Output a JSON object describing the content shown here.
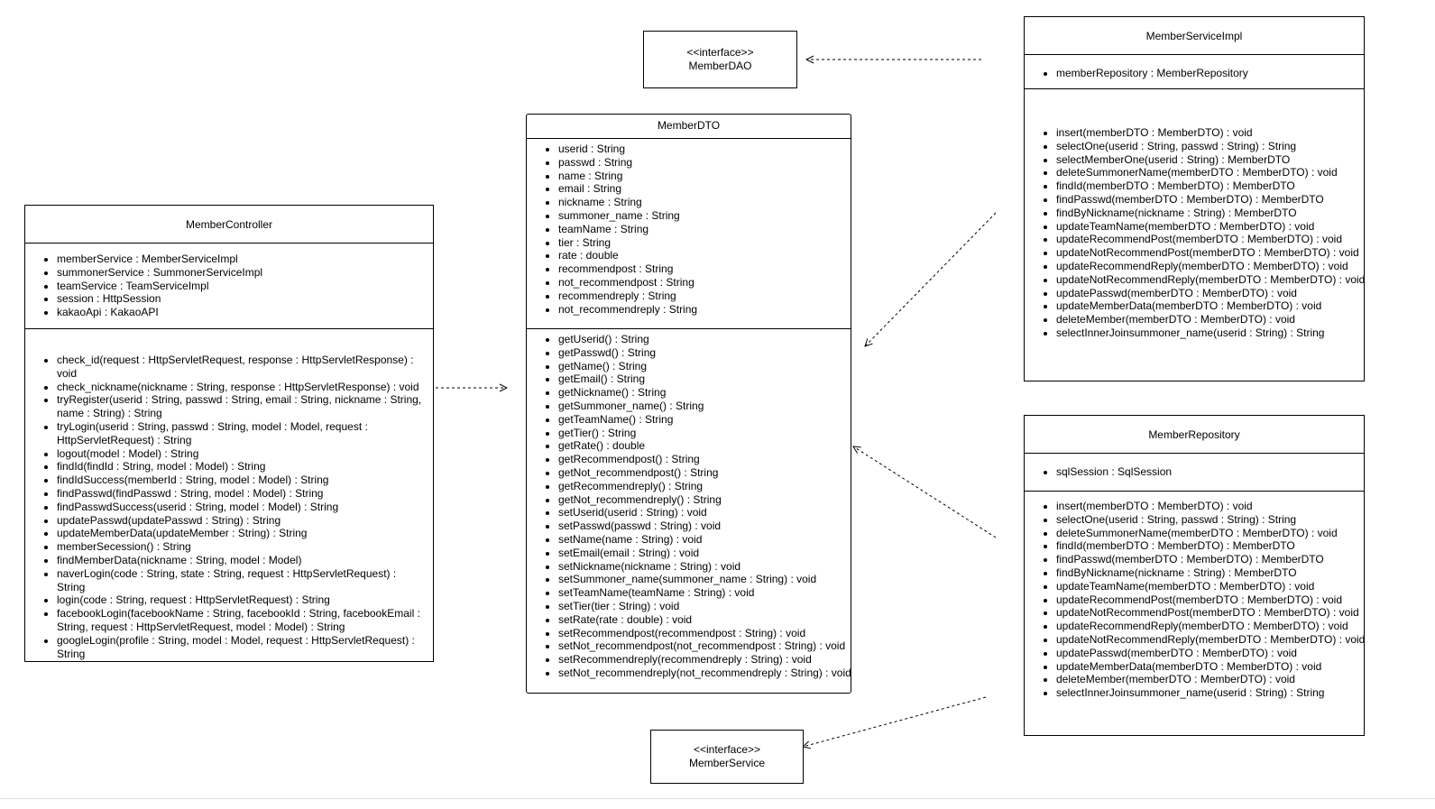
{
  "diagram": {
    "member_dao": {
      "stereotype": "<<interface>>",
      "name": "MemberDAO"
    },
    "member_service": {
      "stereotype": "<<interface>>",
      "name": "MemberService"
    },
    "member_dto": {
      "name": "MemberDTO",
      "attributes": [
        "userid : String",
        "passwd : String",
        "name : String",
        "email : String",
        "nickname : String",
        "summoner_name : String",
        "teamName : String",
        "tier : String",
        "rate : double",
        "recommendpost : String",
        "not_recommendpost : String",
        "recommendreply : String",
        "not_recommendreply : String"
      ],
      "methods": [
        "getUserid() : String",
        "getPasswd() : String",
        "getName() : String",
        "getEmail() : String",
        "getNickname() : String",
        "getSummoner_name() : String",
        "getTeamName() : String",
        "getTier() : String",
        "getRate() : double",
        "getRecommendpost() : String",
        "getNot_recommendpost() : String",
        "getRecommendreply() : String",
        "getNot_recommendreply() : String",
        "setUserid(userid : String) : void",
        "setPasswd(passwd : String) : void",
        "setName(name : String) : void",
        "setEmail(email : String) : void",
        "setNickname(nickname : String) : void",
        "setSummoner_name(summoner_name : String) : void",
        "setTeamName(teamName : String) : void",
        "setTier(tier : String) : void",
        "setRate(rate : double) : void",
        "setRecommendpost(recommendpost : String) : void",
        "setNot_recommendpost(not_recommendpost : String) : void",
        "setRecommendreply(recommendreply : String) : void",
        "setNot_recommendreply(not_recommendreply : String) : void"
      ]
    },
    "member_controller": {
      "name": "MemberController",
      "attributes": [
        "memberService : MemberServiceImpl",
        "summonerService : SummonerServiceImpl",
        "teamService : TeamServiceImpl",
        "session : HttpSession",
        "kakaoApi : KakaoAPI"
      ],
      "methods": [
        "check_id(request : HttpServletRequest, response : HttpServletResponse) : void",
        "check_nickname(nickname : String, response : HttpServletResponse) : void",
        "tryRegister(userid : String, passwd : String, email : String, nickname : String, name : String) : String",
        "tryLogin(userid : String, passwd : String, model : Model, request : HttpServletRequest) : String",
        "logout(model : Model) : String",
        "findId(findId : String, model : Model) : String",
        "findIdSuccess(memberId : String, model : Model) : String",
        "findPasswd(findPasswd : String, model : Model) : String",
        "findPasswdSuccess(userid : String, model : Model) : String",
        "updatePasswd(updatePasswd : String) : String",
        "updateMemberData(updateMember : String) : String",
        "memberSecession() : String",
        "findMemberData(nickname : String, model : Model)",
        "naverLogin(code : String, state : String, request : HttpServletRequest) : String",
        "login(code : String, request : HttpServletRequest) : String",
        "facebookLogin(facebookName : String, facebookId : String, facebookEmail : String, request : HttpServletRequest, model : Model) : String",
        "googleLogin(profile : String, model : Model, request : HttpServletRequest) : String"
      ]
    },
    "member_service_impl": {
      "name": "MemberServiceImpl",
      "attributes": [
        "memberRepository : MemberRepository"
      ],
      "methods": [
        "insert(memberDTO : MemberDTO) : void",
        "selectOne(userid : String, passwd : String) : String",
        "selectMemberOne(userid : String) : MemberDTO",
        "deleteSummonerName(memberDTO : MemberDTO) : void",
        "findId(memberDTO : MemberDTO) : MemberDTO",
        "findPasswd(memberDTO : MemberDTO) : MemberDTO",
        "findByNickname(nickname : String) : MemberDTO",
        "updateTeamName(memberDTO : MemberDTO) : void",
        "updateRecommendPost(memberDTO : MemberDTO) : void",
        "updateNotRecommendPost(memberDTO : MemberDTO) : void",
        "updateRecommendReply(memberDTO : MemberDTO) : void",
        "updateNotRecommendReply(memberDTO : MemberDTO) : void",
        "updatePasswd(memberDTO : MemberDTO) : void",
        "updateMemberData(memberDTO : MemberDTO) : void",
        "deleteMember(memberDTO : MemberDTO) : void",
        "selectInnerJoinsummoner_name(userid : String) : String"
      ]
    },
    "member_repository": {
      "name": "MemberRepository",
      "attributes": [
        "sqlSession : SqlSession"
      ],
      "methods": [
        "insert(memberDTO : MemberDTO) : void",
        "selectOne(userid : String, passwd : String) : String",
        "deleteSummonerName(memberDTO : MemberDTO) : void",
        "findId(memberDTO : MemberDTO) : MemberDTO",
        "findPasswd(memberDTO : MemberDTO) : MemberDTO",
        "findByNickname(nickname : String) : MemberDTO",
        "updateTeamName(memberDTO : MemberDTO) : void",
        "updateRecommendPost(memberDTO : MemberDTO) : void",
        "updateNotRecommendPost(memberDTO : MemberDTO) : void",
        "updateRecommendReply(memberDTO : MemberDTO) : void",
        "updateNotRecommendReply(memberDTO : MemberDTO) : void",
        "updatePasswd(memberDTO : MemberDTO) : void",
        "updateMemberData(memberDTO : MemberDTO) : void",
        "deleteMember(memberDTO : MemberDTO) : void",
        "selectInnerJoinsummoner_name(userid : String) : String"
      ]
    }
  }
}
